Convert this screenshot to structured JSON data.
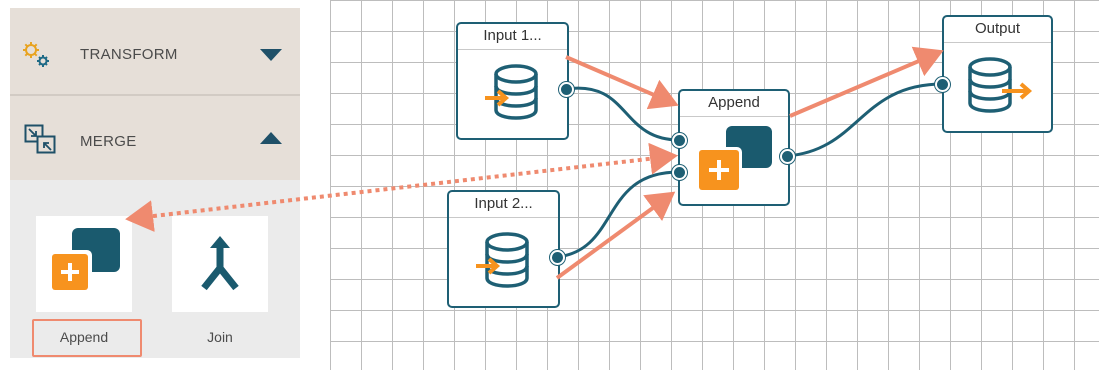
{
  "sidebar": {
    "sections": [
      {
        "label": "TRANSFORM",
        "icon": "gears-icon",
        "state": "collapsed"
      },
      {
        "label": "MERGE",
        "icon": "merge-arrows-icon",
        "state": "expanded"
      }
    ],
    "tools": [
      {
        "label": "Append",
        "icon": "append-icon",
        "highlighted": true
      },
      {
        "label": "Join",
        "icon": "join-icon",
        "highlighted": false
      }
    ]
  },
  "canvas": {
    "nodes": [
      {
        "title": "Input 1...",
        "icon": "database-input-icon"
      },
      {
        "title": "Input 2...",
        "icon": "database-input-icon"
      },
      {
        "title": "Append",
        "icon": "append-icon"
      },
      {
        "title": "Output",
        "icon": "database-output-icon"
      }
    ]
  },
  "colors": {
    "node_border": "#1e5f74",
    "accent_orange": "#f7931e",
    "annotation_arrow": "#ef8a6f",
    "sidebar_section_bg": "#e6dfd8",
    "palette_bg": "#ebebeb"
  }
}
